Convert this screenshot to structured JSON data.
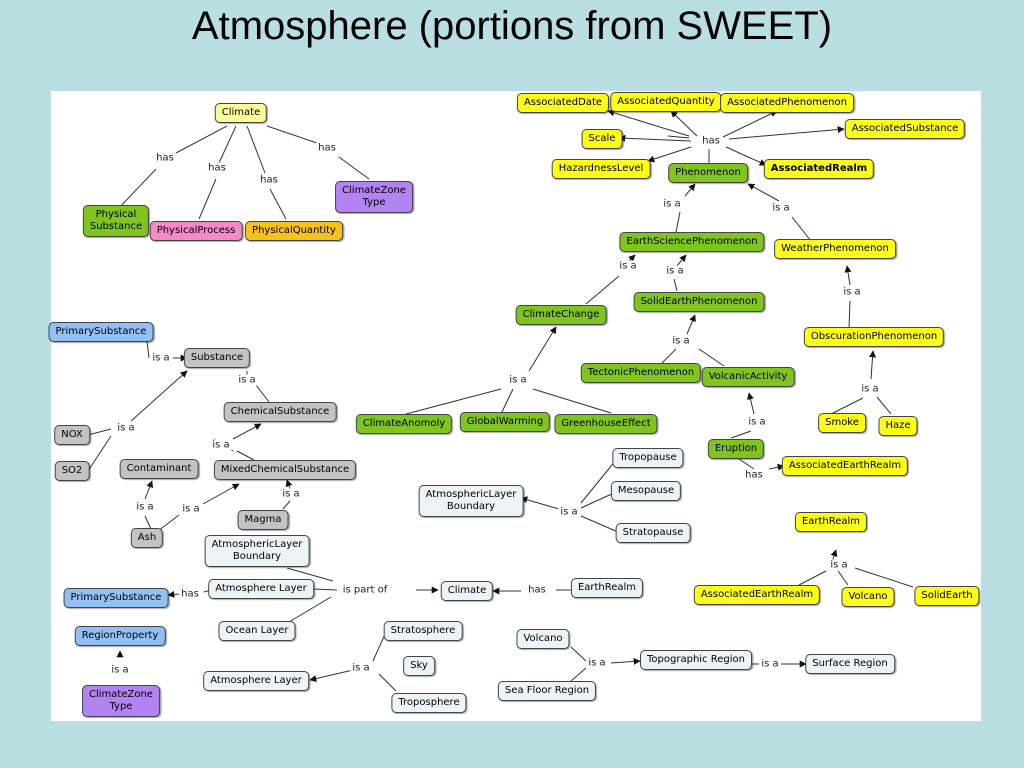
{
  "title": "Atmosphere (portions from SWEET)",
  "nodes": {
    "climate_top": "Climate",
    "physical_substance": "Physical\nSubstance",
    "physical_process": "PhysicalProcess",
    "physical_quantity": "PhysicalQuantity",
    "climatezone_type_top": "ClimateZone\nType",
    "primary_substance_top": "PrimarySubstance",
    "substance": "Substance",
    "chemical_substance": "ChemicalSubstance",
    "nox": "NOX",
    "so2": "SO2",
    "contaminant": "Contaminant",
    "mixed_chemical_substance": "MixedChemicalSubstance",
    "magma": "Magma",
    "ash": "Ash",
    "associated_date": "AssociatedDate",
    "associated_quantity": "AssociatedQuantity",
    "associated_phenomenon": "AssociatedPhenomenon",
    "associated_substance": "AssociatedSubstance",
    "scale": "Scale",
    "hazardness_level": "HazardnessLevel",
    "phenomenon": "Phenomenon",
    "associated_realm": "AssociatedRealm",
    "earth_science_phenomenon": "EarthSciencePhenomenon",
    "weather_phenomenon": "WeatherPhenomenon",
    "climate_change": "ClimateChange",
    "solid_earth_phenomenon": "SolidEarthPhenomenon",
    "obscuration_phenomenon": "ObscurationPhenomenon",
    "tectonic_phenomenon": "TectonicPhenomenon",
    "volcanic_activity": "VolcanicActivity",
    "climate_anomaly": "ClimateAnomoly",
    "global_warming": "GlobalWarming",
    "greenhouse_effect": "GreenhouseEffect",
    "smoke": "Smoke",
    "haze": "Haze",
    "eruption": "Eruption",
    "associated_earth_realm_1": "AssociatedEarthRealm",
    "tropopause": "Tropopause",
    "mesopause": "Mesopause",
    "stratopause": "Stratopause",
    "atm_layer_boundary_right": "AtmosphericLayer\nBoundary",
    "earth_realm": "EarthRealm",
    "associated_earth_realm_2": "AssociatedEarthRealm",
    "volcano_yellow": "Volcano",
    "solid_earth": "SolidEarth",
    "atm_layer_boundary_left": "AtmosphericLayer\nBoundary",
    "atmosphere_layer_1": "Atmosphere Layer",
    "primary_substance_bottom": "PrimarySubstance",
    "climate_bottom": "Climate",
    "earth_realm_bottom": "EarthRealm",
    "ocean_layer": "Ocean Layer",
    "region_property": "RegionProperty",
    "climatezone_type_bottom": "ClimateZone\nType",
    "stratosphere": "Stratosphere",
    "sky": "Sky",
    "troposphere": "Troposphere",
    "atmosphere_layer_2": "Atmosphere Layer",
    "volcano_gray": "Volcano",
    "sea_floor_region": "Sea Floor Region",
    "topographic_region": "Topographic Region",
    "surface_region": "Surface Region"
  },
  "labels": {
    "has_a": "has",
    "has_b": "has",
    "has_c": "has",
    "has_d": "has",
    "is_a_ps": "is a",
    "is_a_sub": "is a",
    "is_a_nox": "is a",
    "is_a_chem": "is a",
    "is_a_ash1": "is a",
    "is_a_ash2": "is a",
    "is_a_magma": "is a",
    "has_pheno": "has",
    "is_a_esp": "is a",
    "is_a_wp": "is a",
    "is_a_cc": "is a",
    "is_a_sep": "is a",
    "is_a_obs": "is a",
    "is_a_cc_children": "is a",
    "is_a_sep_children": "is a",
    "is_a_smoke": "is a",
    "is_a_erupt": "is a",
    "has_erupt": "has",
    "is_a_pauses": "is a",
    "is_a_realm": "is a",
    "has_ps": "has",
    "is_part_of": "is part of",
    "has_climate": "has",
    "is_a_region": "is a",
    "is_a_layers": "is a",
    "is_a_topo": "is a",
    "is_a_surface": "is a"
  }
}
